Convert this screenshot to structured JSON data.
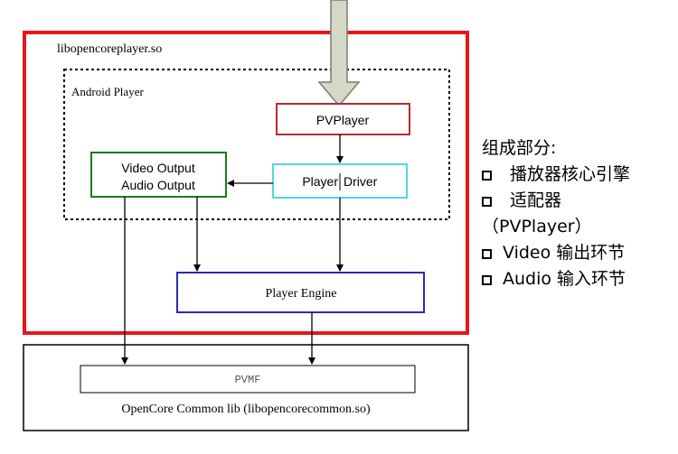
{
  "colors": {
    "outer_lib": "#e8161b",
    "pvplayer": "#c0272d",
    "player_driver": "#4fd7e4",
    "video_audio": "#1e7a1e",
    "player_engine": "#2b2bb0",
    "arrow_fill": "#d4d8c6",
    "arrow_stroke": "#7a7f6b"
  },
  "diagram": {
    "lib_label": "libopencoreplayer.so",
    "android_player_label": "Android Player",
    "pvplayer_label": "PVPlayer",
    "player_driver_label_left": "Player",
    "player_driver_label_right": "Driver",
    "video_output_label": "Video Output",
    "audio_output_label": "Audio Output",
    "player_engine_label": "Player Engine",
    "pvmf_label": "PVMF",
    "common_lib_label": "OpenCore Common lib (libopencorecommon.so)"
  },
  "legend": {
    "title": "组成部分:",
    "items": [
      {
        "text": "播放器核心引擎",
        "checkbox": true
      },
      {
        "text": "适配器",
        "checkbox": true
      },
      {
        "text": "（PVPlayer）",
        "checkbox": false
      },
      {
        "text": "Video 输出环节",
        "checkbox": true
      },
      {
        "text": "Audio 输入环节",
        "checkbox": true
      }
    ]
  }
}
